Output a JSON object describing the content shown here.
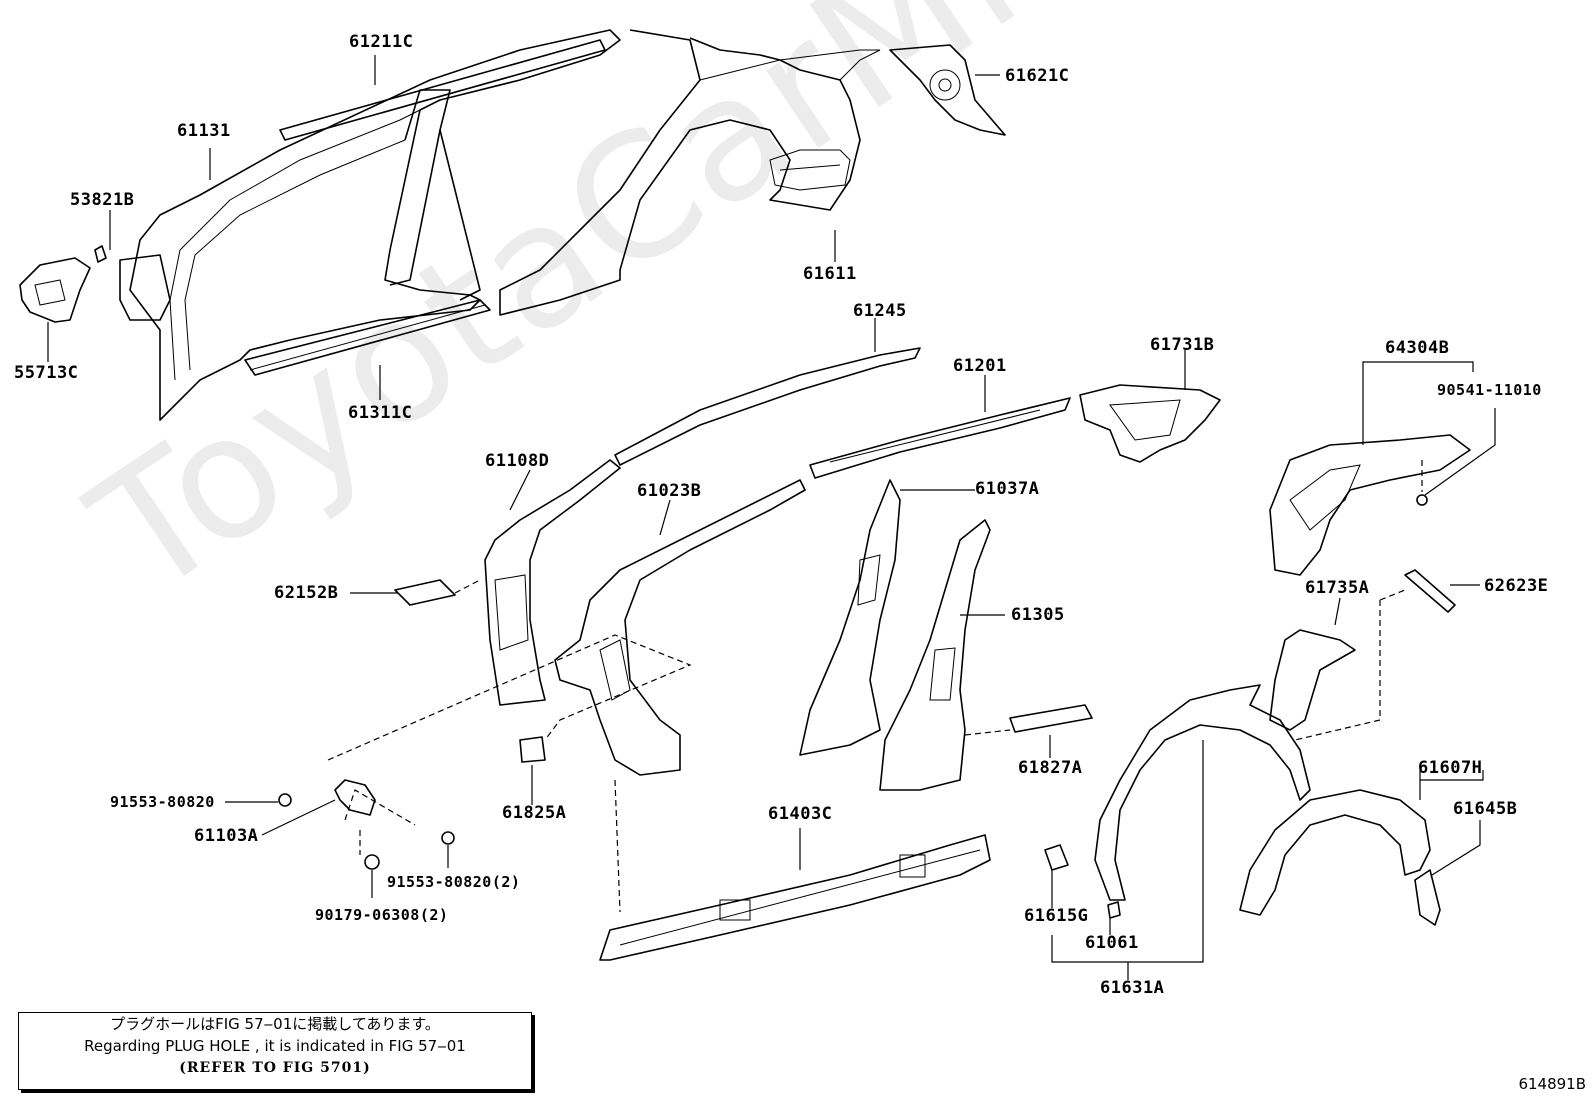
{
  "watermark": "ToyotaCarMine.ru",
  "labels": {
    "p61211C": "61211C",
    "p61131": "61131",
    "p53821B": "53821B",
    "p55713C": "55713C",
    "p61311C": "61311C",
    "p61611": "61611",
    "p61621C": "61621C",
    "p61245": "61245",
    "p61201": "61201",
    "p61731B": "61731B",
    "p64304B": "64304B",
    "p90541": "90541-11010",
    "p61108D": "61108D",
    "p61023B": "61023B",
    "p61037A": "61037A",
    "p62152B": "62152B",
    "p61305": "61305",
    "p61735A": "61735A",
    "p62623E": "62623E",
    "p61827A": "61827A",
    "p61825A": "61825A",
    "p91553a": "91553-80820",
    "p61103A": "61103A",
    "p91553b": "91553-80820(2)",
    "p90179": "90179-06308(2)",
    "p61403C": "61403C",
    "p61607H": "61607H",
    "p61645B": "61645B",
    "p61615G": "61615G",
    "p61061": "61061",
    "p61631A": "61631A"
  },
  "note": {
    "line1": "プラグホールはFIG 57‒01に掲載してあります。",
    "line2": "Regarding PLUG HOLE , it is indicated in FIG 57‒01",
    "line3": "(REFER TO FIG 5701)"
  },
  "figure_id": "614891B"
}
